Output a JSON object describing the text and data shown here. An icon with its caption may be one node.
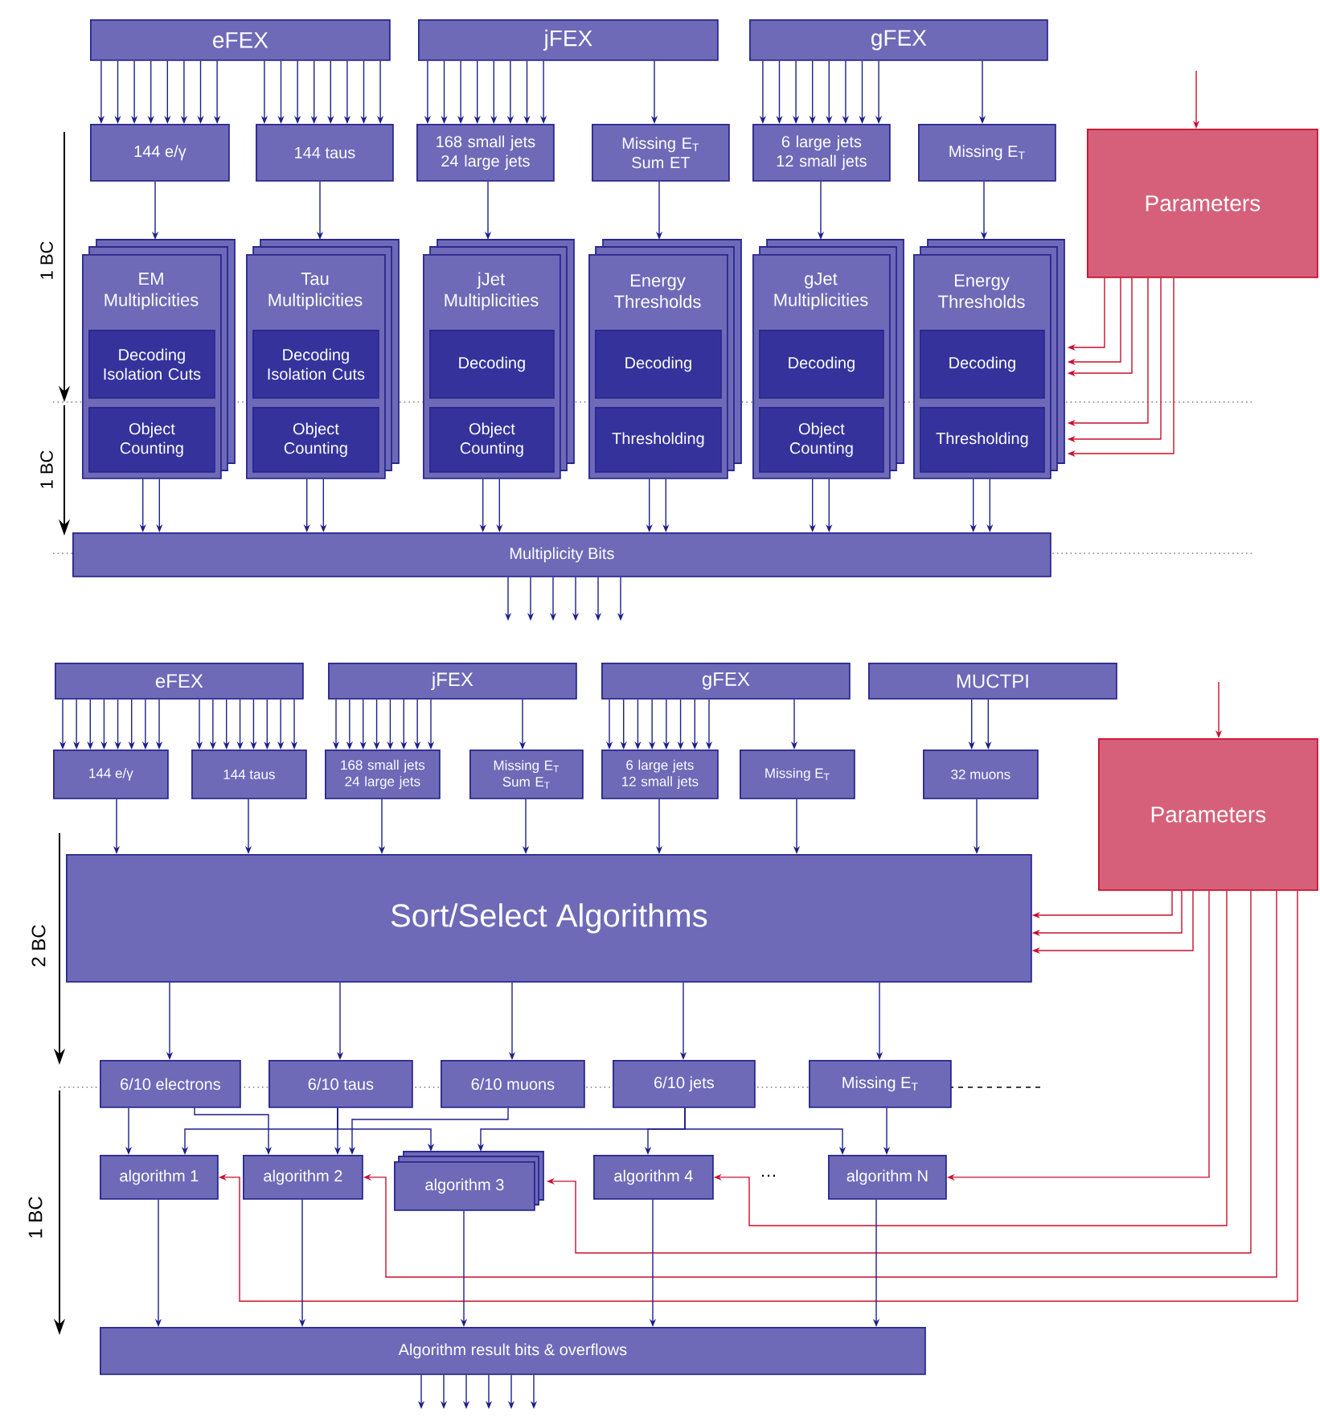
{
  "diagram": {
    "nodes": [
      {
        "text": [
          "eFEX"
        ]
      },
      {
        "text": [
          "jFEX"
        ]
      },
      {
        "text": [
          "gFEX"
        ]
      },
      {
        "text": [
          "144 e/γ"
        ]
      },
      {
        "text": [
          "144 taus"
        ]
      },
      {
        "text": [
          "168 small jets 24 large jets"
        ]
      },
      {
        "text": [
          "Missing E$_{T}$ Sum ET"
        ]
      },
      {
        "text": [
          "6 large jets 12 small jets"
        ]
      },
      {
        "text": [
          "Missing E$_{T}$"
        ]
      },
      {
        "text": [
          "Parameters"
        ]
      },
      {
        "text": [
          "EM Multiplicities"
        ]
      },
      {
        "text": [
          "Decoding Isolation Cuts"
        ],
        "in": 10
      },
      {
        "text": [
          "Object Counting"
        ],
        "in": 10
      },
      {
        "text": [
          "Tau Multiplicities"
        ]
      },
      {
        "text": [
          "Decoding Isolation Cuts"
        ],
        "in": 13
      },
      {
        "text": [
          "Object Counting"
        ],
        "in": 13
      },
      {
        "text": [
          "jJet Multiplicities"
        ]
      },
      {
        "text": [
          "Decoding"
        ],
        "in": 16
      },
      {
        "text": [
          "Object Counting"
        ],
        "in": 16
      },
      {
        "text": [
          "Energy Thresholds"
        ]
      },
      {
        "text": [
          "Decoding"
        ],
        "in": 19
      },
      {
        "text": [
          "Thresholding"
        ],
        "in": 19
      },
      {
        "text": [
          "gJet Multiplicities"
        ]
      },
      {
        "text": [
          "Decoding"
        ],
        "in": 22
      },
      {
        "text": [
          "Object Counting"
        ],
        "in": 22
      },
      {
        "text": [
          "Energy Thresholds"
        ]
      },
      {
        "text": [
          "Decoding"
        ],
        "in": 25
      },
      {
        "text": [
          "Thresholding"
        ],
        "in": 25
      },
      {
        "text": [
          "Multiplicity Bits"
        ]
      },
      {
        "text": [
          "eFEX"
        ]
      },
      {
        "text": [
          "jFEX"
        ]
      },
      {
        "text": [
          "gFEX"
        ]
      },
      {
        "text": [
          "MUCTPI"
        ]
      },
      {
        "text": [
          "144 e/γ"
        ]
      },
      {
        "text": [
          "144 taus"
        ]
      },
      {
        "text": [
          "168 small jets 24 large jets"
        ]
      },
      {
        "text": [
          "Missing E$_{T}$ Sum E$_{T}$"
        ]
      },
      {
        "text": [
          "6 large jets 12 small jets"
        ]
      },
      {
        "text": [
          "Missing E$_{T}$"
        ]
      },
      {
        "text": [
          "32 muons"
        ]
      },
      {
        "text": [
          "Parameters"
        ]
      },
      {
        "text": [
          "Sort/Select Algorithms"
        ]
      },
      {
        "text": [
          "6/10 electrons"
        ]
      },
      {
        "text": [
          "6/10 taus"
        ]
      },
      {
        "text": [
          "6/10 muons"
        ]
      },
      {
        "text": [
          "6/10 jets"
        ]
      },
      {
        "text": [
          "Missing E$_{T}$"
        ]
      },
      {
        "text": [
          "algorithm 1"
        ]
      },
      {
        "text": [
          "algorithm 2"
        ]
      },
      {
        "text": [
          "algorithm 3"
        ]
      },
      {
        "text": [
          "algorithm 4"
        ]
      },
      {
        "text": [
          "algorithm N"
        ]
      },
      {
        "text": [
          "Algorithm result bits & overflows"
        ]
      }
    ],
    "edges": [
      {
        "from": 0,
        "to": 3,
        "arrow": "to"
      },
      {
        "from": 0,
        "to": 3,
        "arrow": "to"
      },
      {
        "from": 0,
        "to": 3,
        "arrow": "to"
      },
      {
        "from": 0,
        "to": 3,
        "arrow": "to"
      },
      {
        "from": 0,
        "to": 3,
        "arrow": "to"
      },
      {
        "from": 0,
        "to": 3,
        "arrow": "to"
      },
      {
        "from": 0,
        "to": 3,
        "arrow": "to"
      },
      {
        "from": 0,
        "to": 3,
        "arrow": "to"
      },
      {
        "from": 0,
        "to": 4,
        "arrow": "to"
      },
      {
        "from": 0,
        "to": 4,
        "arrow": "to"
      },
      {
        "from": 0,
        "to": 4,
        "arrow": "to"
      },
      {
        "from": 0,
        "to": 4,
        "arrow": "to"
      },
      {
        "from": 0,
        "to": 4,
        "arrow": "to"
      },
      {
        "from": 0,
        "to": 4,
        "arrow": "to"
      },
      {
        "from": 0,
        "to": 4,
        "arrow": "to"
      },
      {
        "from": 0,
        "to": 4,
        "arrow": "to"
      },
      {
        "from": 1,
        "to": 5,
        "arrow": "to"
      },
      {
        "from": 1,
        "to": 5,
        "arrow": "to"
      },
      {
        "from": 1,
        "to": 5,
        "arrow": "to"
      },
      {
        "from": 1,
        "to": 5,
        "arrow": "to"
      },
      {
        "from": 1,
        "to": 5,
        "arrow": "to"
      },
      {
        "from": 1,
        "to": 5,
        "arrow": "to"
      },
      {
        "from": 1,
        "to": 5,
        "arrow": "to"
      },
      {
        "from": 1,
        "to": 5,
        "arrow": "to"
      },
      {
        "from": 1,
        "to": 6,
        "arrow": "to"
      },
      {
        "from": 2,
        "to": 7,
        "arrow": "to"
      },
      {
        "from": 2,
        "to": 7,
        "arrow": "to"
      },
      {
        "from": 2,
        "to": 7,
        "arrow": "to"
      },
      {
        "from": 2,
        "to": 7,
        "arrow": "to"
      },
      {
        "from": 2,
        "to": 7,
        "arrow": "to"
      },
      {
        "from": 2,
        "to": 7,
        "arrow": "to"
      },
      {
        "from": 2,
        "to": 7,
        "arrow": "to"
      },
      {
        "from": 2,
        "to": 7,
        "arrow": "to"
      },
      {
        "from": 2,
        "to": 8,
        "arrow": "to"
      },
      {
        "from": 3,
        "to": 10,
        "arrow": "to"
      },
      {
        "from": 4,
        "to": 13,
        "arrow": "to"
      },
      {
        "from": 5,
        "to": 16,
        "arrow": "to"
      },
      {
        "from": 6,
        "to": 19,
        "arrow": "to"
      },
      {
        "from": 7,
        "to": 22,
        "arrow": "to"
      },
      {
        "from": 8,
        "to": 25,
        "arrow": "to"
      },
      {
        "from": 10,
        "to": 28,
        "arrow": "to"
      },
      {
        "from": 10,
        "to": 28,
        "arrow": "to"
      },
      {
        "from": 13,
        "to": 28,
        "arrow": "to"
      },
      {
        "from": 13,
        "to": 28,
        "arrow": "to"
      },
      {
        "from": 16,
        "to": 28,
        "arrow": "to"
      },
      {
        "from": 16,
        "to": 28,
        "arrow": "to"
      },
      {
        "from": 19,
        "to": 28,
        "arrow": "to"
      },
      {
        "from": 19,
        "to": 28,
        "arrow": "to"
      },
      {
        "from": 22,
        "to": 28,
        "arrow": "to"
      },
      {
        "from": 22,
        "to": 28,
        "arrow": "to"
      },
      {
        "from": 25,
        "to": 28,
        "arrow": "to"
      },
      {
        "from": 25,
        "to": 28,
        "arrow": "to"
      },
      {
        "from": 28,
        "to": null,
        "arrow": "to"
      },
      {
        "from": 28,
        "to": null,
        "arrow": "to"
      },
      {
        "from": 28,
        "to": null,
        "arrow": "to"
      },
      {
        "from": 28,
        "to": null,
        "arrow": "to"
      },
      {
        "from": 28,
        "to": null,
        "arrow": "to"
      },
      {
        "from": 28,
        "to": null,
        "arrow": "to"
      },
      {
        "from": null,
        "to": 9,
        "arrow": "to",
        "color": "#c8102e"
      },
      {
        "from": 9,
        "to": 25,
        "arrow": "to",
        "color": "#c8102e"
      },
      {
        "from": 9,
        "to": 25,
        "arrow": "to",
        "color": "#c8102e"
      },
      {
        "from": 9,
        "to": 25,
        "arrow": "to",
        "color": "#c8102e"
      },
      {
        "from": 9,
        "to": 25,
        "arrow": "to",
        "color": "#c8102e"
      },
      {
        "from": 9,
        "to": 25,
        "arrow": "to",
        "color": "#c8102e"
      },
      {
        "from": 9,
        "to": 25,
        "arrow": "to",
        "color": "#c8102e"
      },
      {
        "from": 29,
        "to": 33,
        "arrow": "to"
      },
      {
        "from": 29,
        "to": 33,
        "arrow": "to"
      },
      {
        "from": 29,
        "to": 33,
        "arrow": "to"
      },
      {
        "from": 29,
        "to": 33,
        "arrow": "to"
      },
      {
        "from": 29,
        "to": 33,
        "arrow": "to"
      },
      {
        "from": 29,
        "to": 33,
        "arrow": "to"
      },
      {
        "from": 29,
        "to": 33,
        "arrow": "to"
      },
      {
        "from": 29,
        "to": 33,
        "arrow": "to"
      },
      {
        "from": 29,
        "to": 34,
        "arrow": "to"
      },
      {
        "from": 29,
        "to": 34,
        "arrow": "to"
      },
      {
        "from": 29,
        "to": 34,
        "arrow": "to"
      },
      {
        "from": 29,
        "to": 34,
        "arrow": "to"
      },
      {
        "from": 29,
        "to": 34,
        "arrow": "to"
      },
      {
        "from": 29,
        "to": 34,
        "arrow": "to"
      },
      {
        "from": 29,
        "to": 34,
        "arrow": "to"
      },
      {
        "from": 29,
        "to": 34,
        "arrow": "to"
      },
      {
        "from": 30,
        "to": 35,
        "arrow": "to"
      },
      {
        "from": 30,
        "to": 35,
        "arrow": "to"
      },
      {
        "from": 30,
        "to": 35,
        "arrow": "to"
      },
      {
        "from": 30,
        "to": 35,
        "arrow": "to"
      },
      {
        "from": 30,
        "to": 35,
        "arrow": "to"
      },
      {
        "from": 30,
        "to": 35,
        "arrow": "to"
      },
      {
        "from": 30,
        "to": 35,
        "arrow": "to"
      },
      {
        "from": 30,
        "to": 35,
        "arrow": "to"
      },
      {
        "from": 30,
        "to": 36,
        "arrow": "to"
      },
      {
        "from": 31,
        "to": 37,
        "arrow": "to"
      },
      {
        "from": 31,
        "to": 37,
        "arrow": "to"
      },
      {
        "from": 31,
        "to": 37,
        "arrow": "to"
      },
      {
        "from": 31,
        "to": 37,
        "arrow": "to"
      },
      {
        "from": 31,
        "to": 37,
        "arrow": "to"
      },
      {
        "from": 31,
        "to": 37,
        "arrow": "to"
      },
      {
        "from": 31,
        "to": 37,
        "arrow": "to"
      },
      {
        "from": 31,
        "to": 37,
        "arrow": "to"
      },
      {
        "from": 31,
        "to": 38,
        "arrow": "to"
      },
      {
        "from": 32,
        "to": 39,
        "arrow": "to"
      },
      {
        "from": 32,
        "to": 39,
        "arrow": "to"
      },
      {
        "from": 33,
        "to": 41,
        "arrow": "to"
      },
      {
        "from": 34,
        "to": 41,
        "arrow": "to"
      },
      {
        "from": 35,
        "to": 41,
        "arrow": "to"
      },
      {
        "from": 36,
        "to": 41,
        "arrow": "to"
      },
      {
        "from": 37,
        "to": 41,
        "arrow": "to"
      },
      {
        "from": 38,
        "to": 41,
        "arrow": "to"
      },
      {
        "from": 39,
        "to": 41,
        "arrow": "to"
      },
      {
        "from": null,
        "to": 40,
        "arrow": "to",
        "color": "#c8102e"
      },
      {
        "from": 40,
        "to": 41,
        "arrow": "to",
        "color": "#c8102e"
      },
      {
        "from": 40,
        "to": 41,
        "arrow": "to",
        "color": "#c8102e"
      },
      {
        "from": 40,
        "to": 41,
        "arrow": "to",
        "color": "#c8102e"
      },
      {
        "from": 41,
        "to": 42,
        "arrow": "to"
      },
      {
        "from": 41,
        "to": 43,
        "arrow": "to"
      },
      {
        "from": 41,
        "to": 44,
        "arrow": "to"
      },
      {
        "from": 41,
        "to": 45,
        "arrow": "to"
      },
      {
        "from": 41,
        "to": 46,
        "arrow": "to"
      },
      {
        "from": 42,
        "to": 47,
        "arrow": "to"
      },
      {
        "from": 42,
        "to": 48,
        "arrow": "to"
      },
      {
        "from": 43,
        "to": 47,
        "arrow": "to"
      },
      {
        "from": 43,
        "to": 48,
        "arrow": "to"
      },
      {
        "from": 43,
        "to": 49,
        "arrow": "to"
      },
      {
        "from": 44,
        "to": 48,
        "arrow": "to"
      },
      {
        "from": 45,
        "to": 49,
        "arrow": "to"
      },
      {
        "from": 45,
        "to": 50,
        "arrow": "to"
      },
      {
        "from": 45,
        "to": 51,
        "arrow": "to"
      },
      {
        "from": 46,
        "to": 51,
        "arrow": "to"
      },
      {
        "from": 40,
        "to": 47,
        "arrow": "to",
        "color": "#c8102e"
      },
      {
        "from": 40,
        "to": 48,
        "arrow": "to",
        "color": "#c8102e"
      },
      {
        "from": 40,
        "to": 49,
        "arrow": "to",
        "color": "#c8102e"
      },
      {
        "from": 40,
        "to": 50,
        "arrow": "to",
        "color": "#c8102e"
      },
      {
        "from": 40,
        "to": 51,
        "arrow": "to",
        "color": "#c8102e"
      },
      {
        "from": 47,
        "to": 52,
        "arrow": "to"
      },
      {
        "from": 48,
        "to": 52,
        "arrow": "to"
      },
      {
        "from": 49,
        "to": 52,
        "arrow": "to"
      },
      {
        "from": 50,
        "to": 52,
        "arrow": "to"
      },
      {
        "from": 51,
        "to": 52,
        "arrow": "to"
      },
      {
        "from": 52,
        "to": null,
        "arrow": "to"
      },
      {
        "from": 52,
        "to": null,
        "arrow": "to"
      },
      {
        "from": 52,
        "to": null,
        "arrow": "to"
      },
      {
        "from": 52,
        "to": null,
        "arrow": "to"
      },
      {
        "from": 52,
        "to": null,
        "arrow": "to"
      },
      {
        "from": 52,
        "to": null,
        "arrow": "to"
      }
    ],
    "labels": [
      "1 BC",
      "1 BC",
      "2 BC",
      "1 BC",
      "…"
    ]
  }
}
